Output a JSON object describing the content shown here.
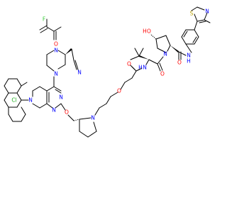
{
  "background": "#ffffff",
  "colors": {
    "bond": "#000000",
    "oxygen": "#ff0000",
    "nitrogen": "#0000ff",
    "fluorine": "#33cc33",
    "chlorine": "#1fb01f",
    "sulfur": "#b8a000",
    "carbon_text": "#000000"
  },
  "atom_labels": {
    "fluorine": "F",
    "nitrile_n": "N",
    "piperazine_n_top": "N",
    "piperazine_n_bottom": "N",
    "carbonyl_o_acryl": "O",
    "chlorine": "Cl",
    "pyrimidine_n1": "N",
    "pyrimidine_n2": "N",
    "tetrahydropyridine_n": "N",
    "ether_o_pyrimidine": "O",
    "pyrrolidine_n": "N",
    "ether_o_chain": "O",
    "amide_o_chain": "O",
    "amide_n_chain": "N",
    "amide_h_chain": "H",
    "hydroxyl_o": "O",
    "hydroxyl_h": "H",
    "proline_n": "N",
    "proline_carbonyl_o": "O",
    "amide2_o": "O",
    "amide2_n": "N",
    "amide2_h": "H",
    "thiazole_s": "S",
    "thiazole_n": "N"
  }
}
